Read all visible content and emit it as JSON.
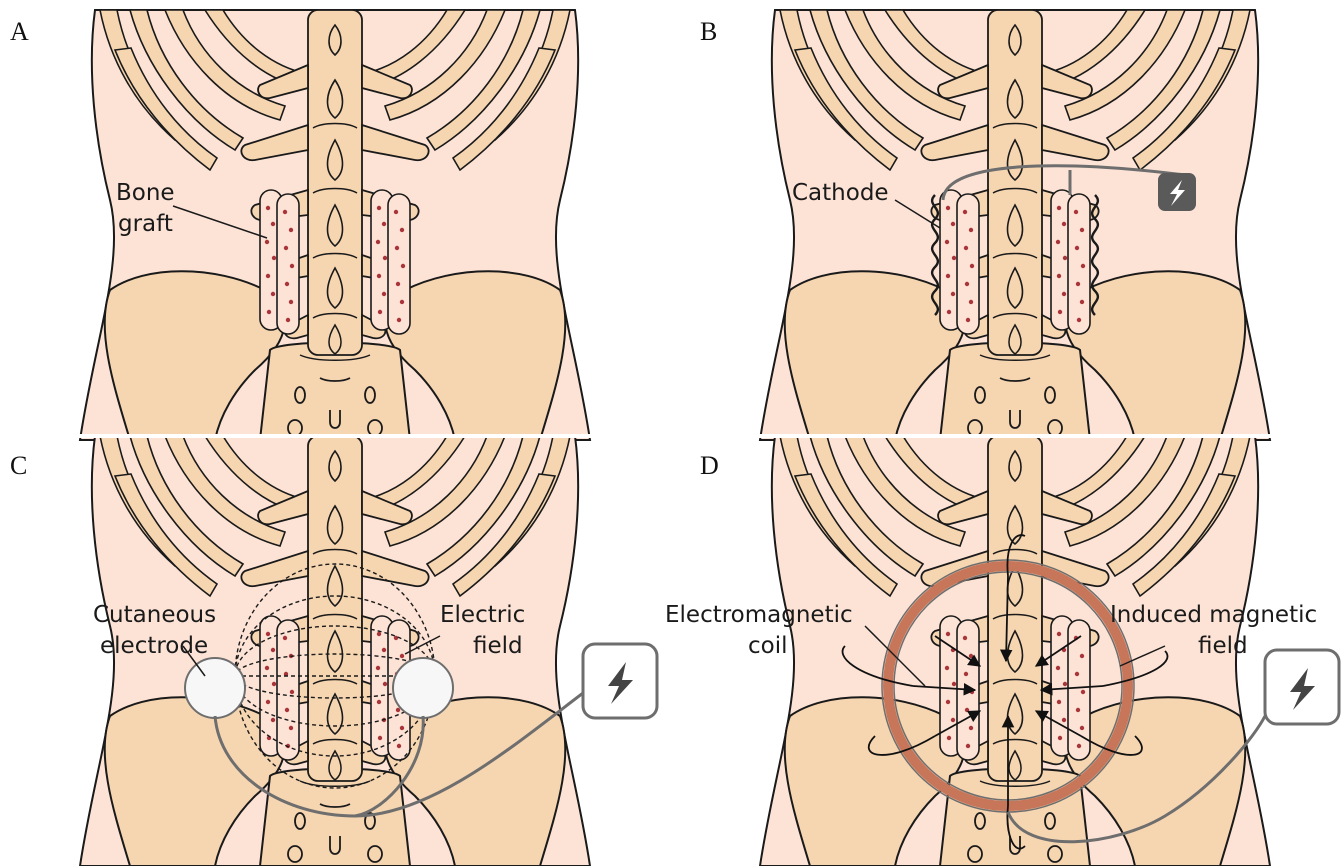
{
  "panels": [
    {
      "label": "A",
      "annotations": [
        {
          "text": "Bone"
        },
        {
          "text": "graft"
        }
      ]
    },
    {
      "label": "B",
      "annotations": [
        {
          "text": "Cathode"
        }
      ]
    },
    {
      "label": "C",
      "annotations": [
        {
          "text": "Cutaneous"
        },
        {
          "text": "electrode"
        },
        {
          "text": "Electric"
        },
        {
          "text": "field"
        }
      ]
    },
    {
      "label": "D",
      "annotations": [
        {
          "text": "Electromagnetic"
        },
        {
          "text": "coil"
        },
        {
          "text": "Induced magnetic"
        },
        {
          "text": "field"
        }
      ]
    }
  ],
  "colors": {
    "skin": "#fde3d6",
    "bone": "#f6d5b1",
    "outline": "#1a1a1a",
    "graft_dots": "#a9343a",
    "wire": "#6e6e6e",
    "stimulator": "#5a5a5a",
    "coil": "#c8765a"
  },
  "icons": {
    "stimulator": "lightning-bolt-icon"
  }
}
